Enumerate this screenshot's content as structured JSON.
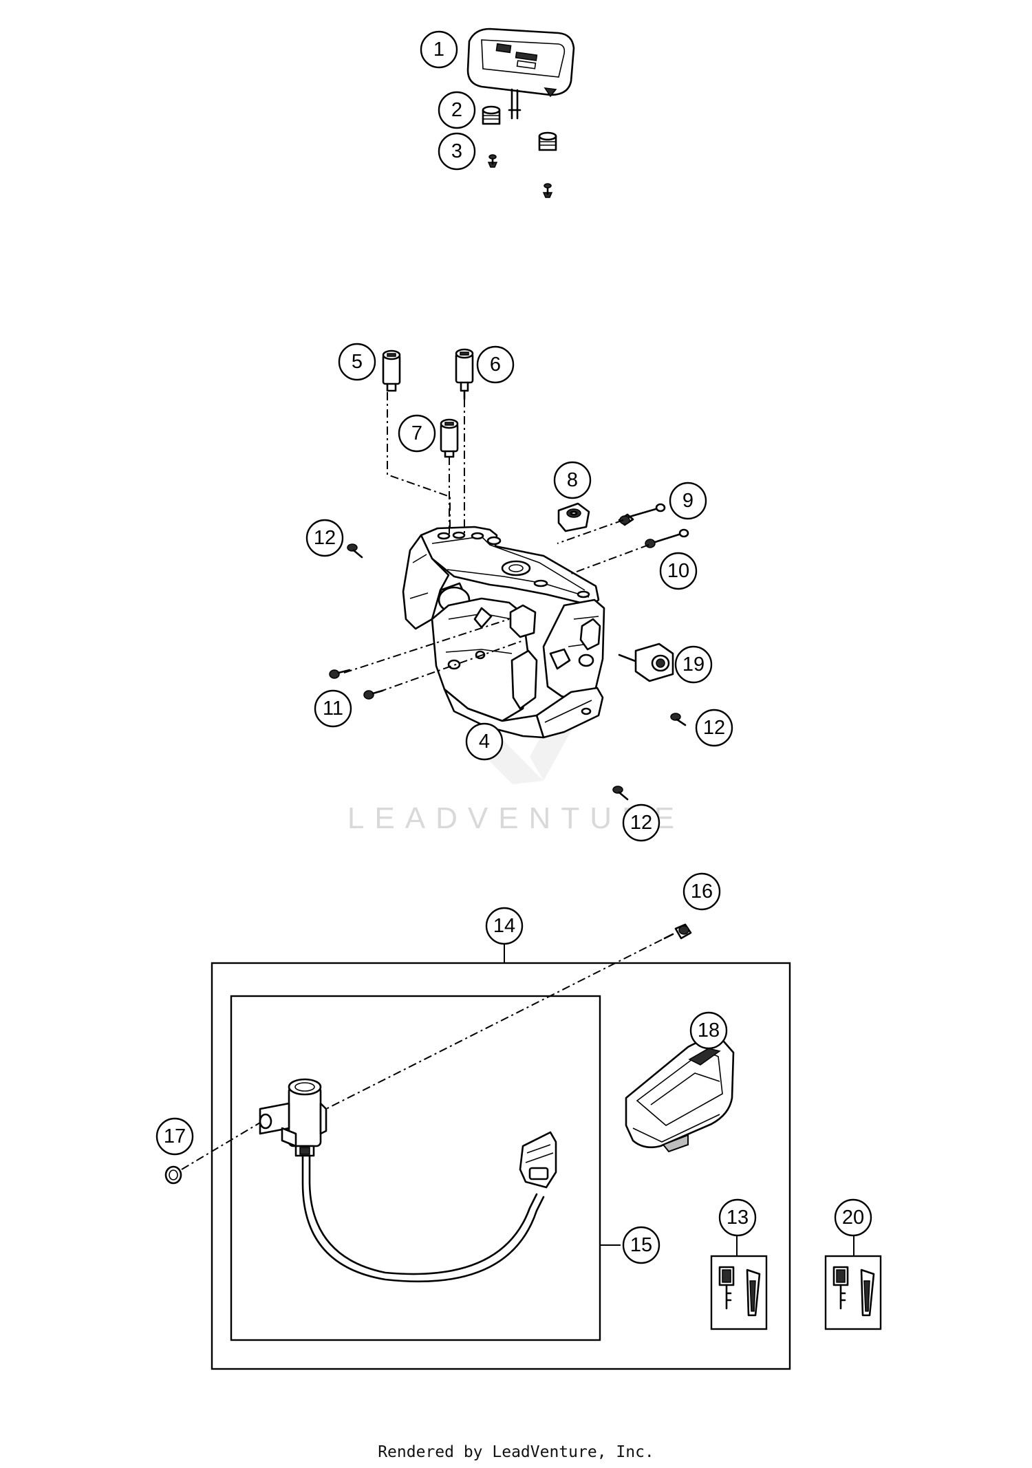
{
  "diagram": {
    "callouts": [
      "1",
      "2",
      "3",
      "4",
      "5",
      "6",
      "7",
      "8",
      "9",
      "10",
      "11",
      "12",
      "13",
      "14",
      "15",
      "16",
      "17",
      "18",
      "19",
      "20"
    ],
    "watermark": "LEADVENTURE",
    "footer": "Rendered by LeadVenture, Inc."
  }
}
